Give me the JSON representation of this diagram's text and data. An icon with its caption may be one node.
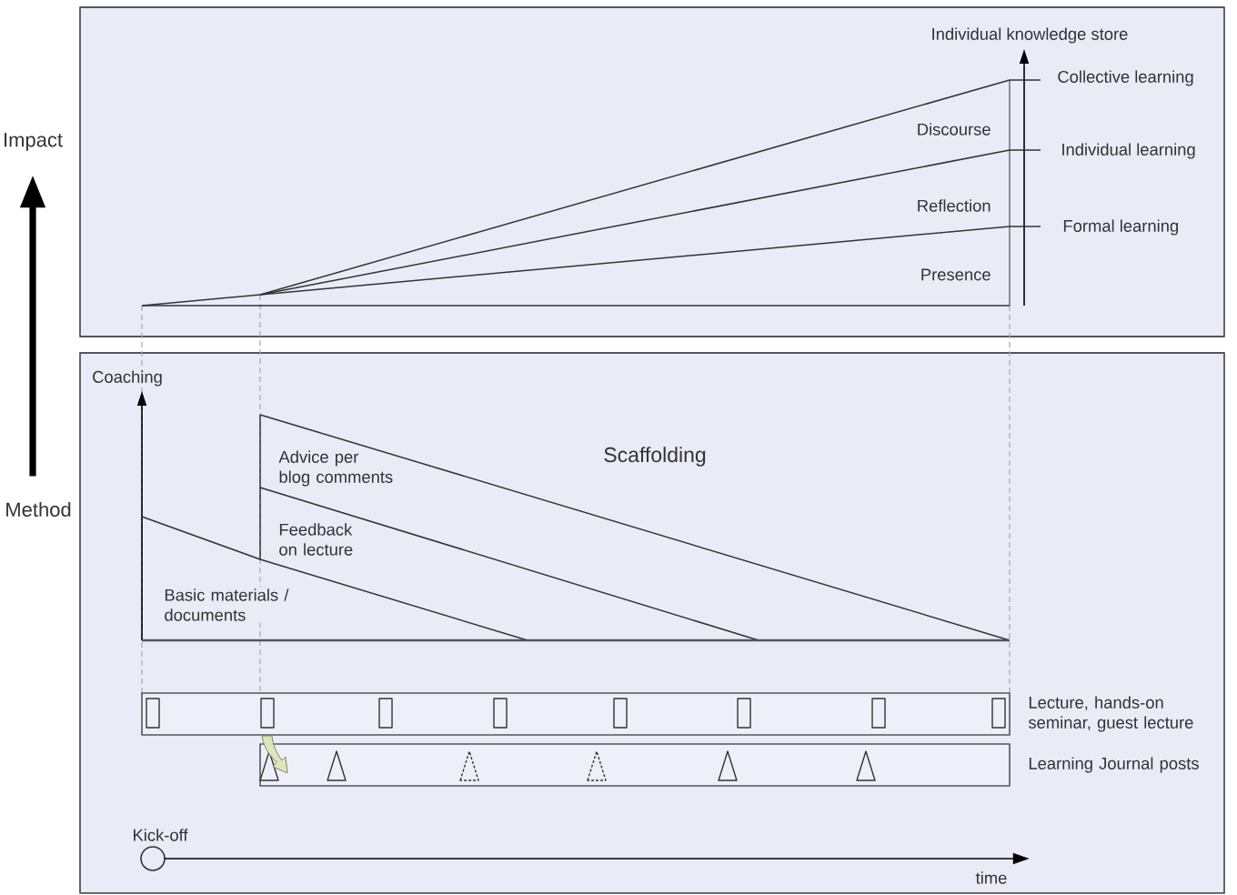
{
  "diagram": {
    "nodes": [
      {
        "text": [
          "Impact"
        ]
      },
      {
        "text": [
          "Method"
        ]
      },
      {
        "text": [],
        "shape": "bar",
        "beside": [
          "Lecture, hands-on seminar, guest lecture"
        ]
      },
      {
        "text": [],
        "shape": "bar",
        "beside": [
          "Learning Journal posts"
        ]
      },
      {
        "text": [],
        "shape": "circle",
        "beside": [
          "Kick-off"
        ]
      },
      {
        "text": [
          "time"
        ]
      }
    ],
    "edges": [
      {
        "from": 1,
        "to": 0,
        "arrow": "to",
        "style": "thick"
      },
      {
        "from": 4,
        "to": 5,
        "arrow": "to"
      }
    ],
    "labels": [
      "Individual knowledge store",
      "Collective learning",
      "Discourse",
      "Individual learning",
      "Reflection",
      "Formal learning",
      "Presence",
      "Coaching",
      "Scaffolding",
      "Advice per blog comments",
      "Feedback on lecture",
      "Basic materials / documents"
    ]
  }
}
